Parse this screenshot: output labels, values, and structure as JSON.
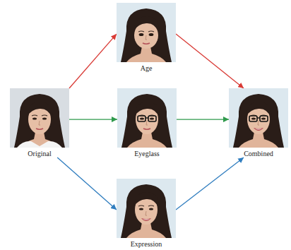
{
  "diagram": {
    "nodes": [
      {
        "text": [
          "Age"
        ]
      },
      {
        "text": [
          "Original"
        ]
      },
      {
        "text": [
          "Eyeglass"
        ]
      },
      {
        "text": [
          "Combined"
        ]
      },
      {
        "text": [
          "Expression"
        ]
      }
    ],
    "edges": [
      {
        "from": 1,
        "to": 0,
        "arrow": "to"
      },
      {
        "from": 0,
        "to": 3,
        "arrow": "to"
      },
      {
        "from": 1,
        "to": 2,
        "arrow": "to"
      },
      {
        "from": 2,
        "to": 3,
        "arrow": "to"
      },
      {
        "from": 1,
        "to": 4,
        "arrow": "to"
      },
      {
        "from": 4,
        "to": 3,
        "arrow": "to"
      }
    ]
  }
}
